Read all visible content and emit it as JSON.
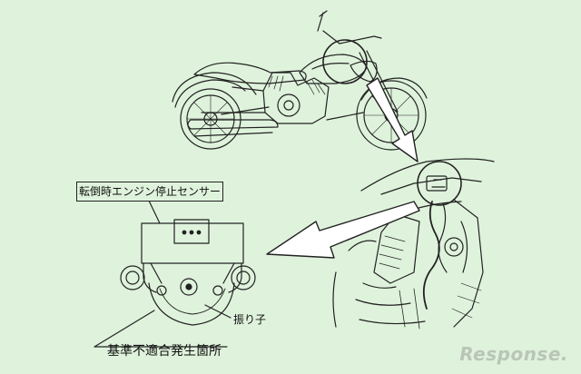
{
  "labels": {
    "sensor_label": "転倒時エンジン停止センサー",
    "pendulum_label": "振り子",
    "defect_label": "基準不適合発生箇所"
  },
  "watermark": {
    "text": "Response."
  },
  "colors": {
    "background": "#dff3dc",
    "line": "#222222",
    "arrow_fill": "#ffffff",
    "watermark": "#b9c6b7"
  }
}
